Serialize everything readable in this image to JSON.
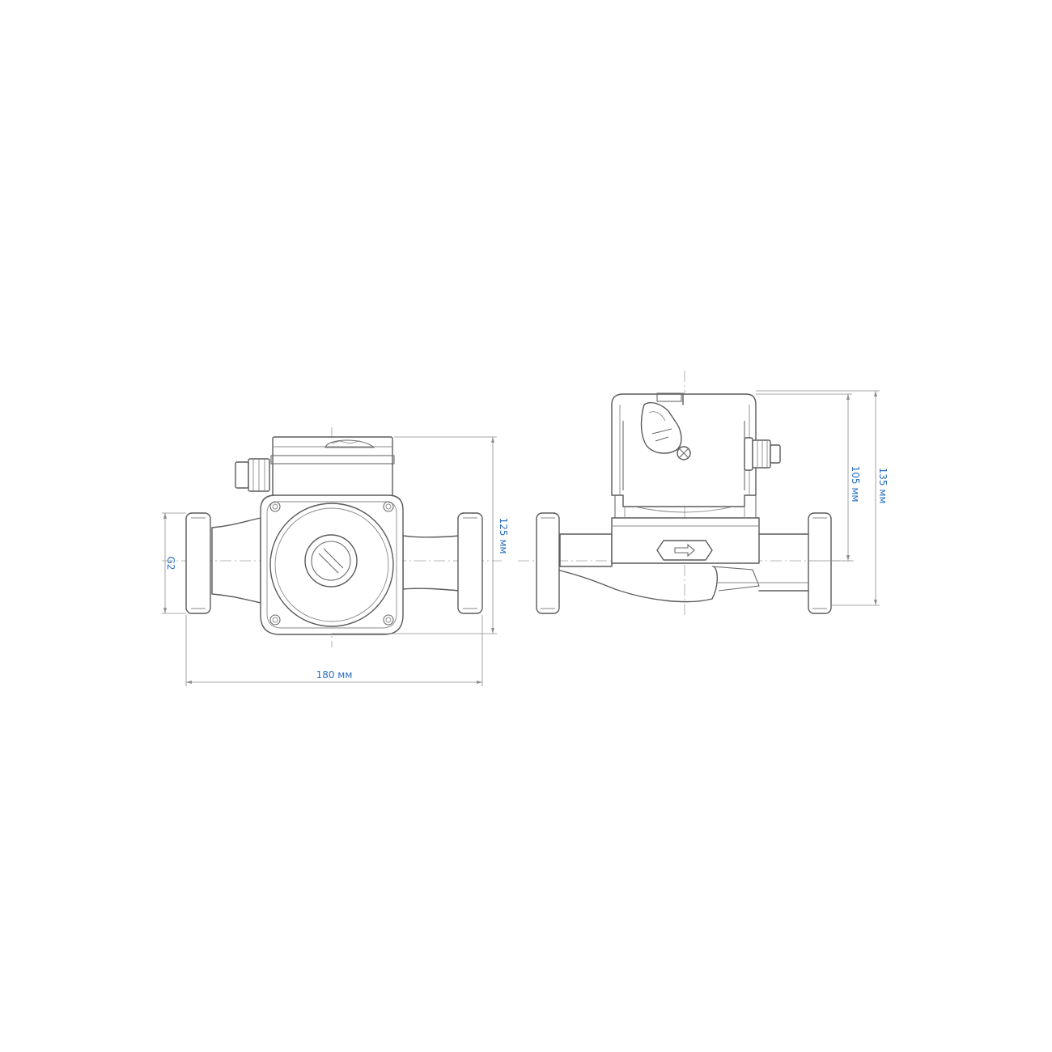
{
  "colors": {
    "line": "#5a5a5a",
    "dimension_text": "#2a6fc0",
    "dimension_line": "#8c8c8c"
  },
  "front_view": {
    "overall_length_label": "180 мм",
    "height_label": "125 мм",
    "thread_label": "G2"
  },
  "side_view": {
    "height_to_axis_label": "105 мм",
    "overall_height_label": "135 мм"
  }
}
